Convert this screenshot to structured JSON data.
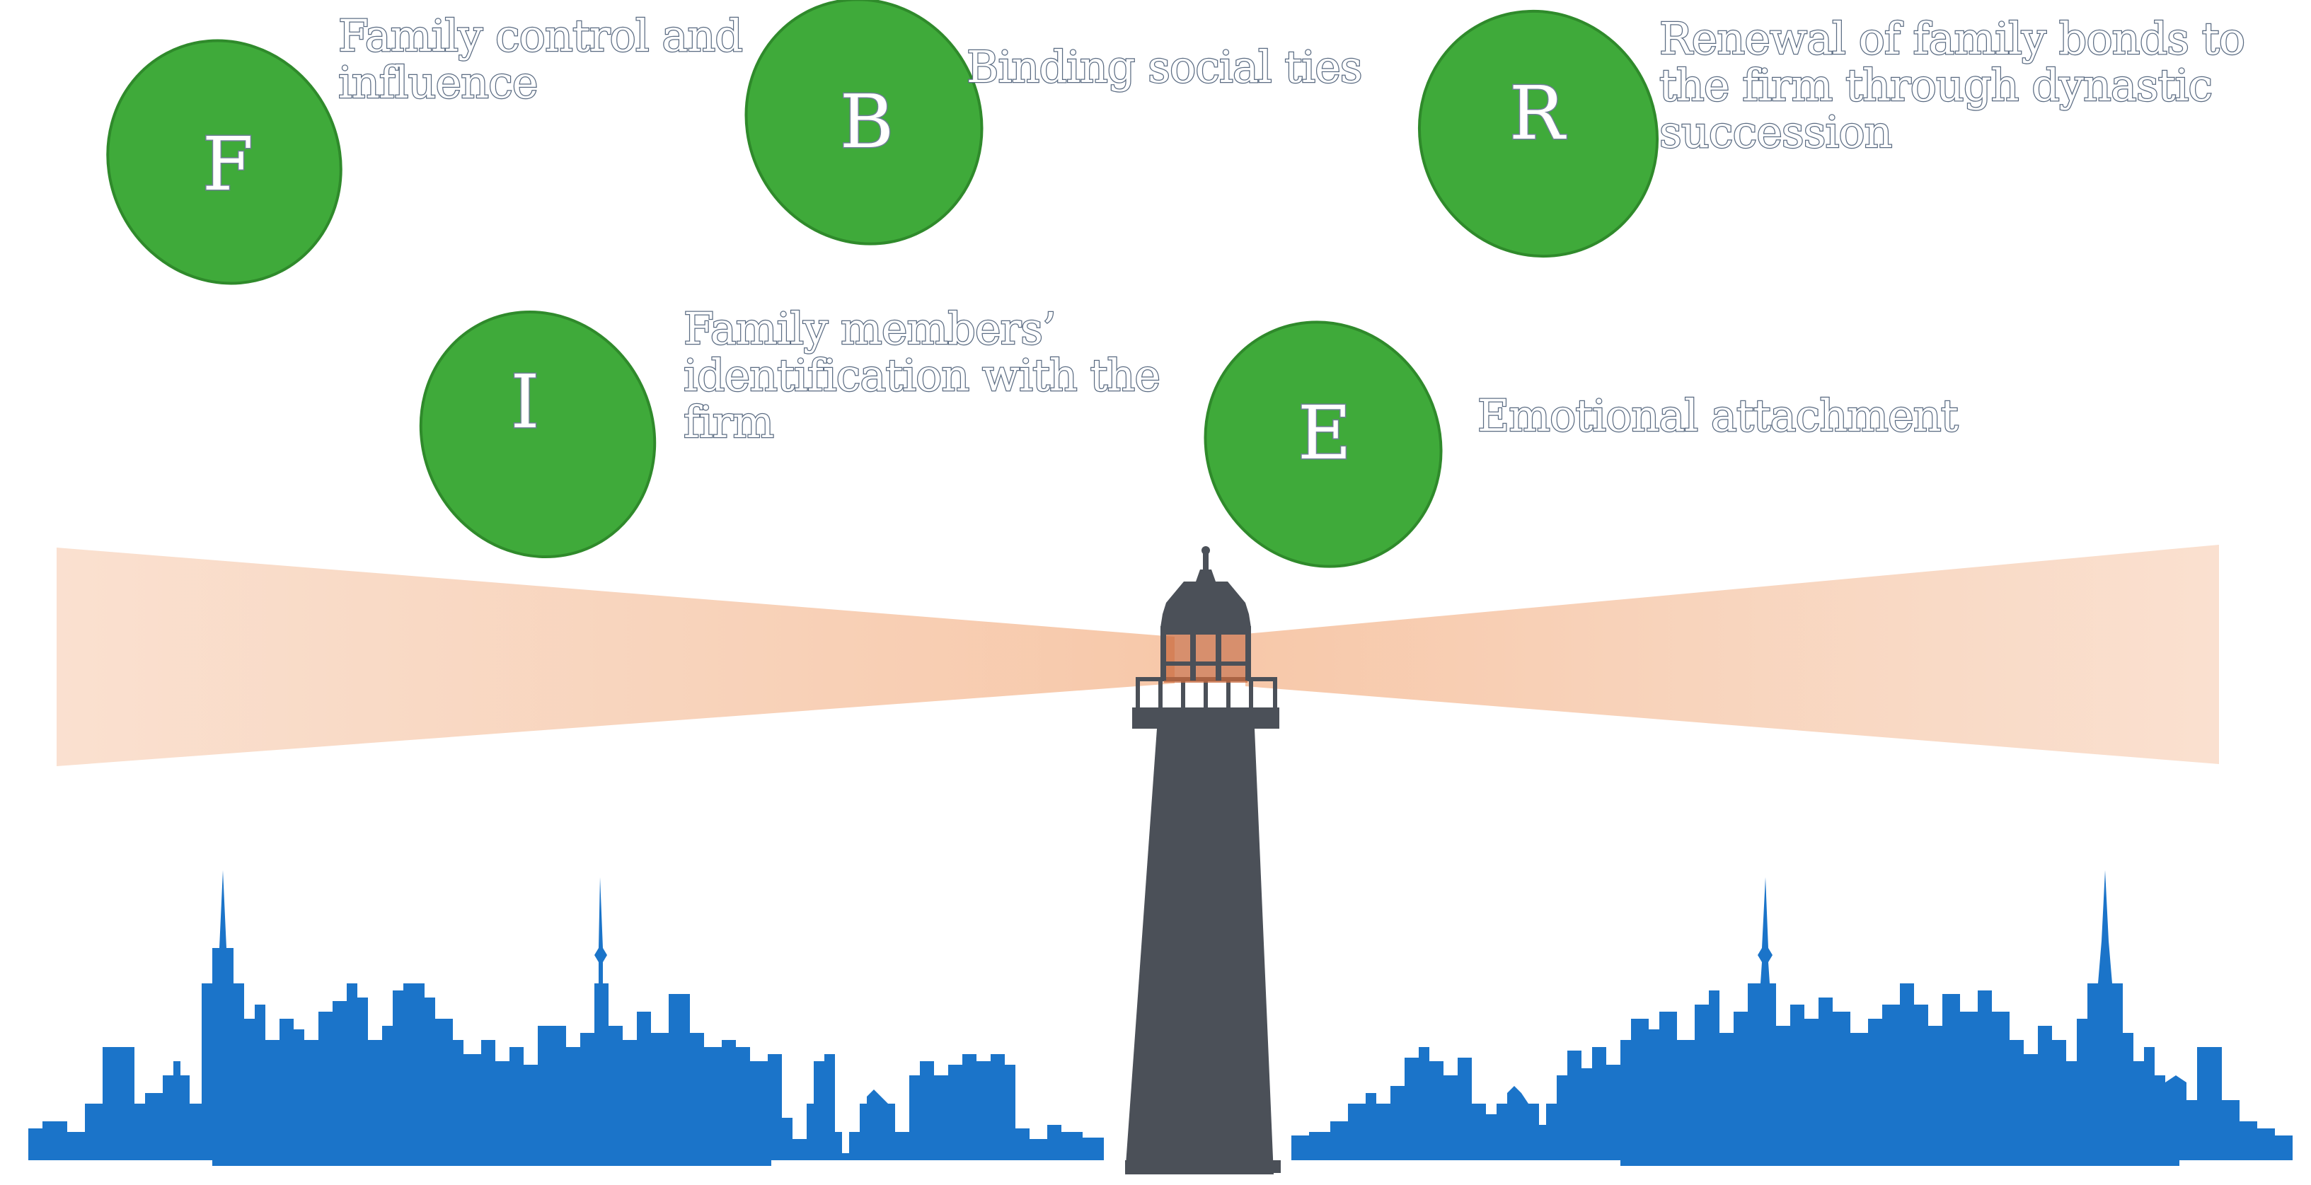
{
  "colors": {
    "ellipse_fill": "#3faa3a",
    "ellipse_stroke": "#2f8a2b",
    "letter_fill": "#ffffff",
    "label_stroke": "#5a6b82",
    "beam": "#f6c7a8",
    "lighthouse": "#4b5058",
    "lantern_glow": "#c96a3c",
    "skyline": "#1b74c9"
  },
  "elements": {
    "f": {
      "letter": "F",
      "label": "Family control and influence"
    },
    "b": {
      "letter": "B",
      "label": "Binding social ties"
    },
    "r": {
      "letter": "R",
      "label": "Renewal of family bonds to the firm through dynastic succession"
    },
    "i": {
      "letter": "I",
      "label": "Family members’ identification with the firm"
    },
    "e": {
      "letter": "E",
      "label": "Emotional attachment"
    }
  },
  "icons": {
    "lighthouse": "lighthouse-icon",
    "skyline_left": "city-skyline-icon",
    "skyline_right": "city-skyline-icon",
    "light_beam": "light-beam-icon"
  }
}
